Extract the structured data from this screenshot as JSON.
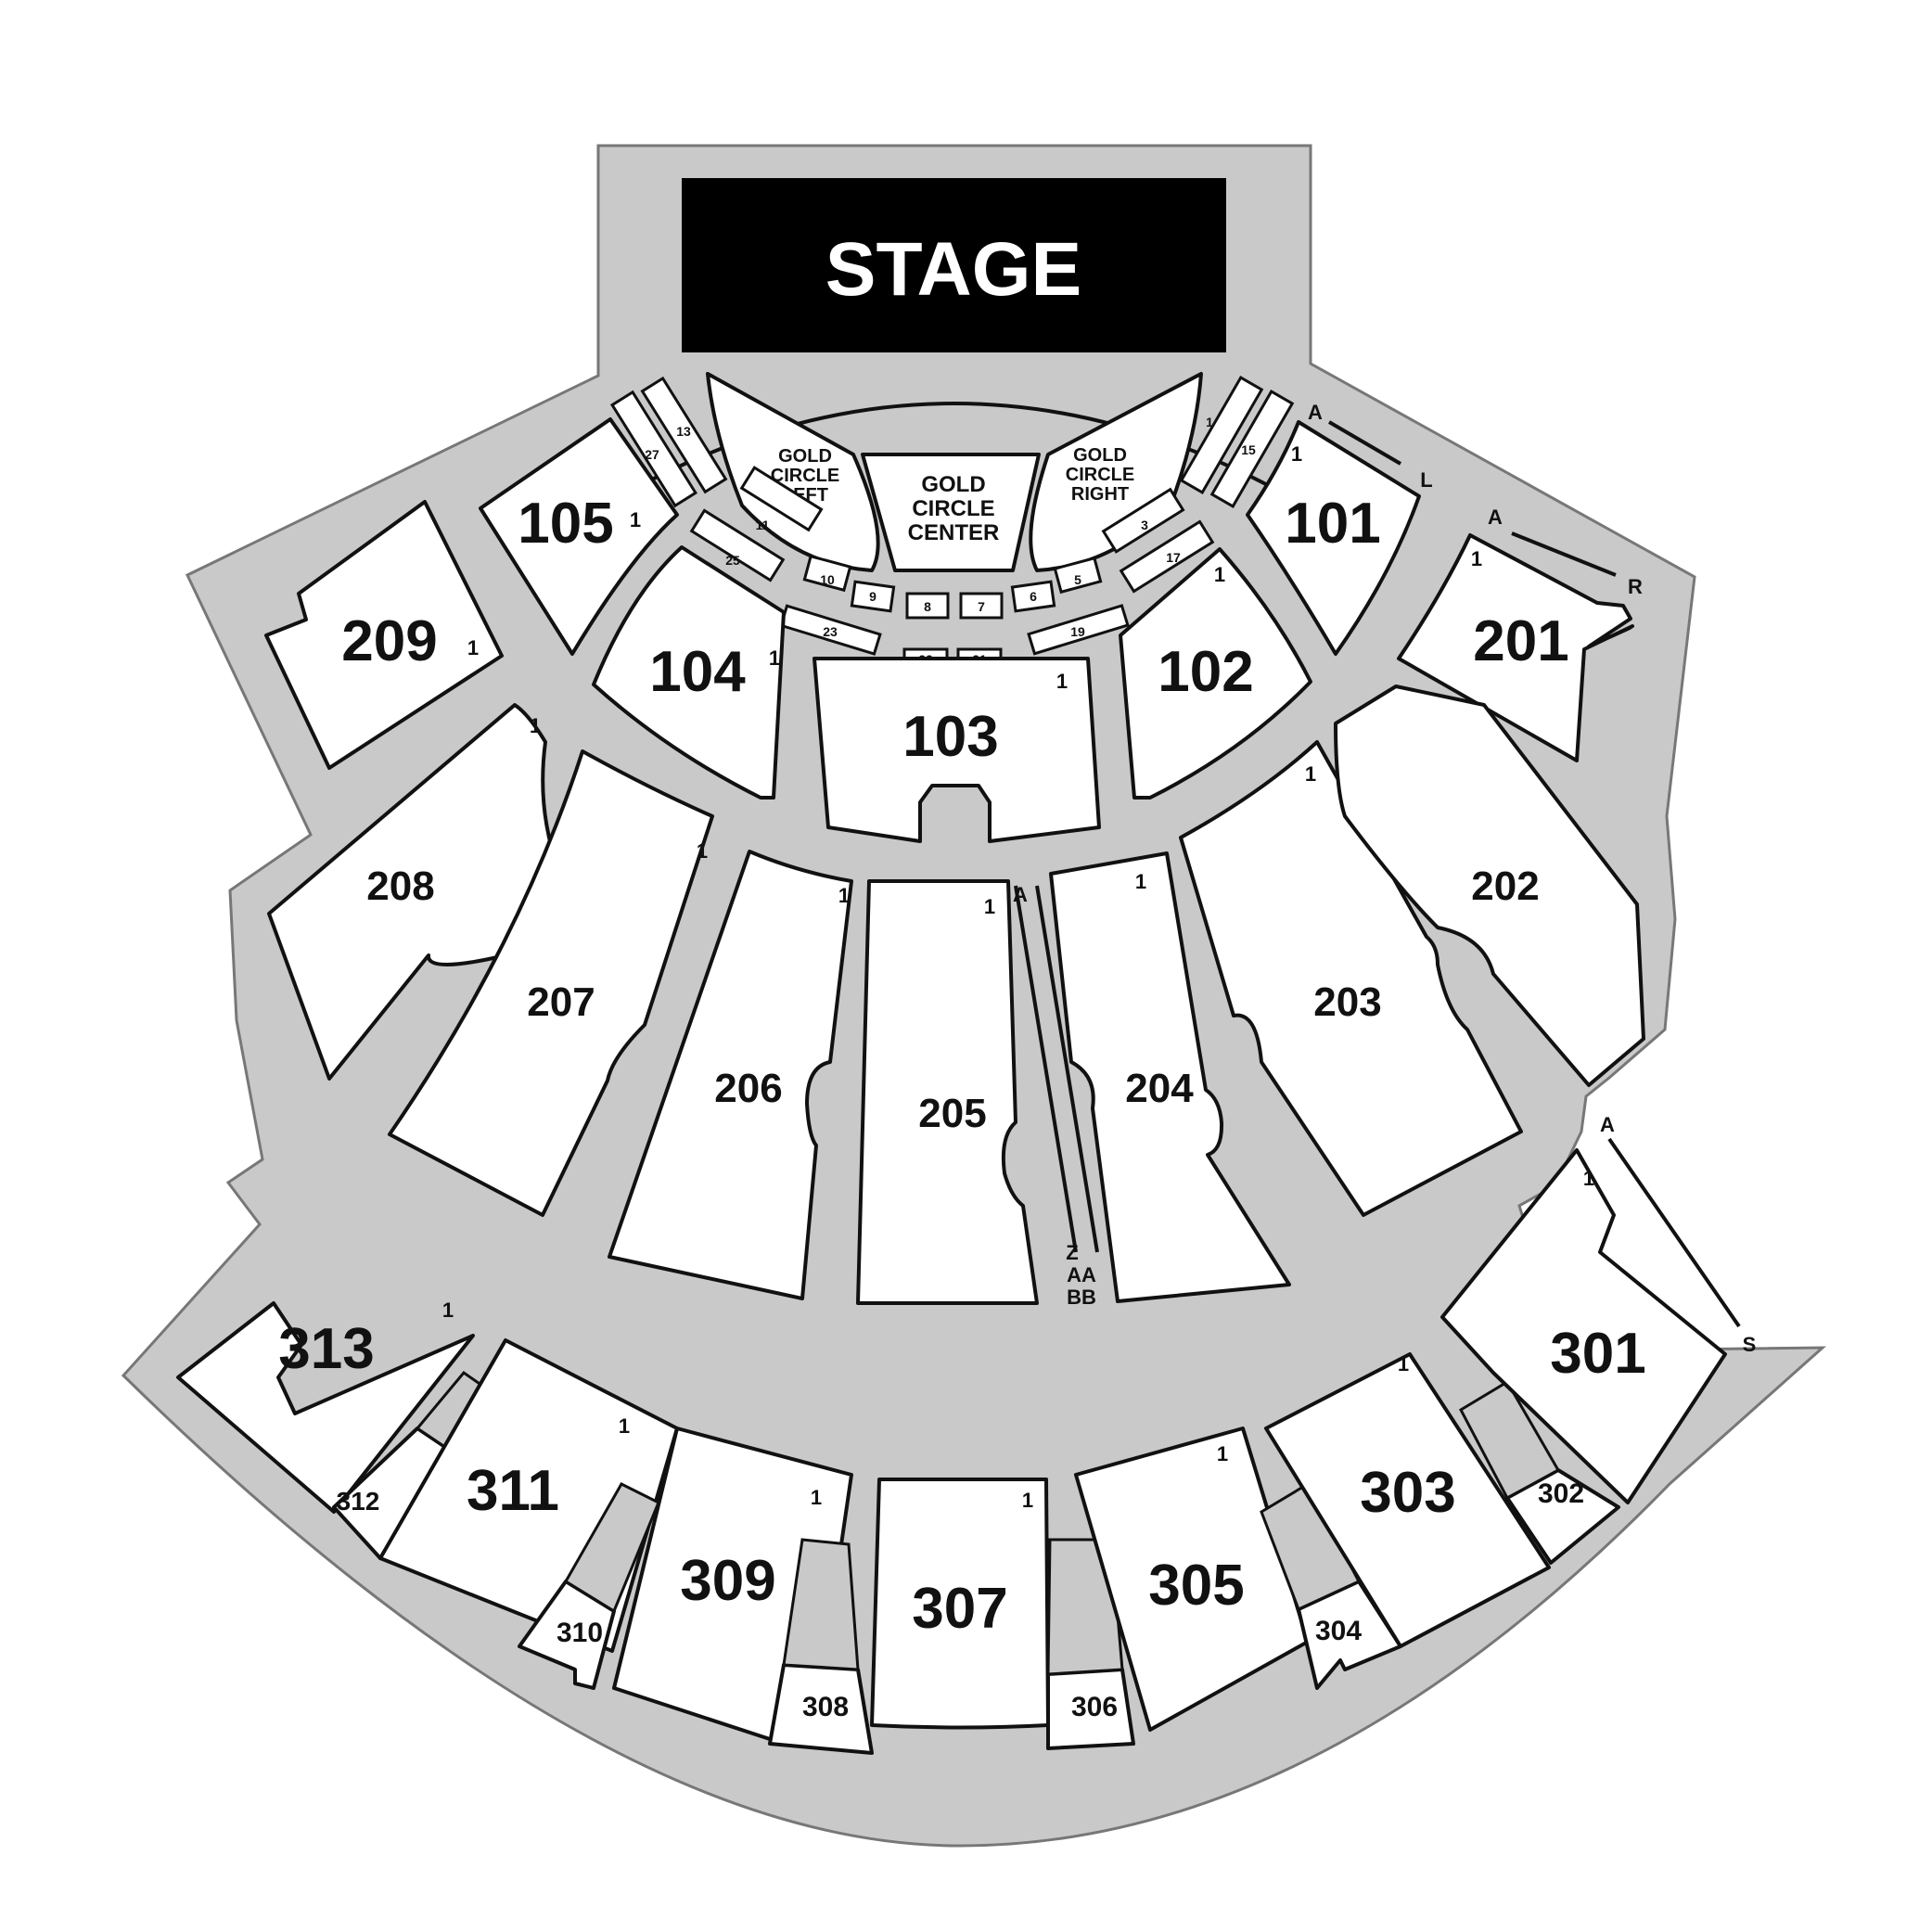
{
  "stage_label": "STAGE",
  "gold_circle": {
    "left": [
      "GOLD",
      "CIRCLE",
      "LEFT"
    ],
    "center": [
      "GOLD",
      "CIRCLE",
      "CENTER"
    ],
    "right": [
      "GOLD",
      "CIRCLE",
      "RIGHT"
    ]
  },
  "small_boxes": {
    "b27": "27",
    "b13": "13",
    "b1": "1",
    "b15": "15",
    "b11": "11",
    "b25": "25",
    "b3": "3",
    "b17": "17",
    "b10": "10",
    "b9": "9",
    "b8": "8",
    "b7": "7",
    "b6": "6",
    "b5": "5",
    "b23": "23",
    "b22": "22",
    "b21": "21",
    "b19": "19"
  },
  "sections": {
    "s101": "101",
    "s102": "102",
    "s103": "103",
    "s104": "104",
    "s105": "105",
    "s201": "201",
    "s202": "202",
    "s203": "203",
    "s204": "204",
    "s205": "205",
    "s206": "206",
    "s207": "207",
    "s208": "208",
    "s209": "209",
    "s301": "301",
    "s302": "302",
    "s303": "303",
    "s304": "304",
    "s305": "305",
    "s306": "306",
    "s307": "307",
    "s308": "308",
    "s309": "309",
    "s310": "310",
    "s311": "311",
    "s312": "312",
    "s313": "313"
  },
  "row_labels": {
    "one": "1",
    "a": "A",
    "l": "L",
    "r": "R",
    "s": "S",
    "z": "Z",
    "aa": "AA",
    "bb": "BB"
  }
}
